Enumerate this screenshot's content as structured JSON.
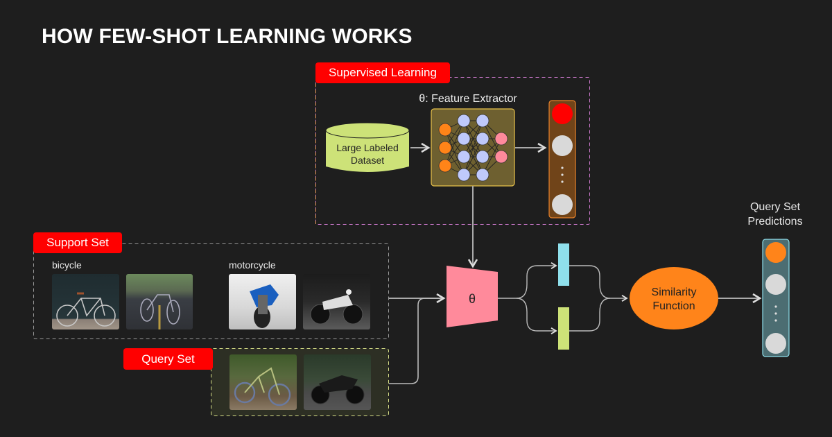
{
  "title": "HOW FEW-SHOT LEARNING WORKS",
  "supervised": {
    "tag": "Supervised Learning",
    "feature_extractor_label": "θ: Feature Extractor",
    "dataset_line1": "Large Labeled",
    "dataset_line2": "Dataset",
    "network": {
      "input_nodes": 3,
      "hidden1_nodes": 4,
      "hidden2_nodes": 4,
      "output_nodes": 2
    },
    "output_vector": [
      "active",
      "inactive",
      "ellipsis",
      "inactive"
    ]
  },
  "support_set": {
    "tag": "Support Set",
    "classes": [
      {
        "label": "bicycle",
        "images": [
          "bicycle-photo-1",
          "bicycle-photo-2"
        ]
      },
      {
        "label": "motorcycle",
        "images": [
          "motorcycle-photo-1",
          "motorcycle-photo-2"
        ]
      }
    ]
  },
  "query_set": {
    "tag": "Query Set",
    "images": [
      "mountain-bike-photo",
      "motorcycle-photo"
    ]
  },
  "encoder_label": "θ",
  "similarity": {
    "line1": "Similarity",
    "line2": "Function"
  },
  "predictions": {
    "title_line1": "Query Set",
    "title_line2": "Predictions",
    "vector": [
      "active",
      "inactive",
      "ellipsis",
      "inactive"
    ]
  },
  "colors": {
    "background": "#1e1e1e",
    "tag_red": "#ff0000",
    "dataset_green": "#cde278",
    "network_box": "#6e6030",
    "node_orange": "#ff8418",
    "node_blue": "#bfc9fb",
    "node_pink": "#ff8a9b",
    "encoder_pink": "#ff8a9b",
    "embed_cyan": "#8fe0ec",
    "embed_green": "#cde278",
    "similarity_orange": "#ff841a",
    "pred_panel": "#4c6d72",
    "output_panel": "#704419"
  }
}
